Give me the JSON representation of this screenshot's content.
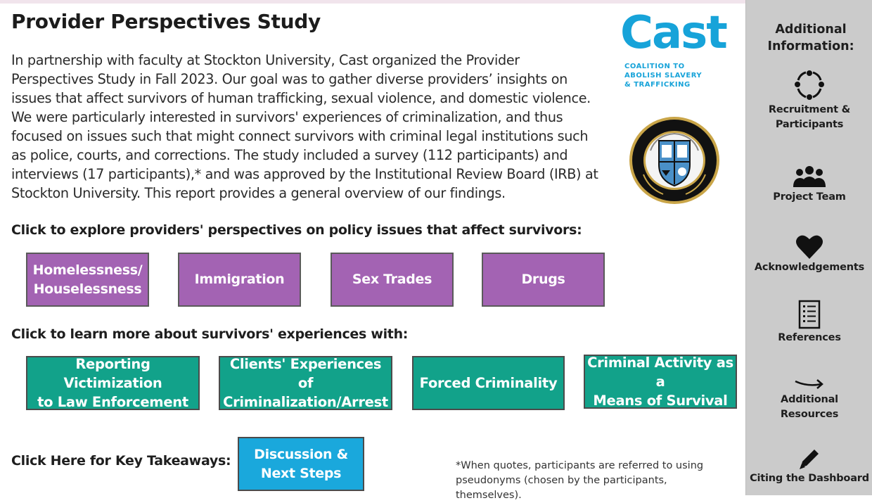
{
  "header": {
    "title": "Provider Perspectives Study",
    "intro": "In partnership with faculty at Stockton University, Cast organized the Provider Perspectives Study in Fall 2023. Our goal was to gather diverse providers’ insights on issues that affect survivors of human trafficking, sexual violence, and domestic violence. We were particularly interested in survivors' experiences of criminalization, and thus focused on issues such that might connect survivors with criminal legal institutions such as police, courts, and corrections. The study included a survey (112 participants) and interviews (17 participants),* and was approved by the Institutional Review Board (IRB) at Stockton University. This report provides a general overview of our findings."
  },
  "logos": {
    "cast_word": "Cast",
    "cast_tagline_1": "COALITION TO",
    "cast_tagline_2": "ABOLISH SLAVERY",
    "cast_tagline_3": "& TRAFFICKING",
    "brand_color": "#17a3d9"
  },
  "policy": {
    "heading": "Click to explore providers' perspectives on policy issues that affect survivors:",
    "buttons": [
      "Homelessness/\nHouselessness",
      "Immigration",
      "Sex Trades",
      "Drugs"
    ],
    "color": "#a363b3"
  },
  "experiences": {
    "heading": "Click to learn more about survivors' experiences with:",
    "buttons": [
      "Reporting Victimization\nto Law Enforcement",
      "Clients' Experiences of\nCriminalization/Arrest",
      "Forced Criminality",
      "Criminal Activity as a\nMeans of Survival"
    ],
    "color": "#12a28a"
  },
  "takeaways": {
    "label": "Click Here for Key Takeaways:",
    "button": "Discussion &\nNext Steps",
    "color": "#1aa8dc"
  },
  "footnote": "*When quotes, participants are referred to using pseudonyms (chosen by the participants, themselves).",
  "sidebar": {
    "title": "Additional\nInformation:",
    "items": [
      {
        "label": "Recruitment &\nParticipants",
        "icon": "cycle-icon"
      },
      {
        "label": "Project Team",
        "icon": "people-icon"
      },
      {
        "label": "Acknowledgements",
        "icon": "heart-icon"
      },
      {
        "label": "References",
        "icon": "list-icon"
      },
      {
        "label": "Additional\nResources",
        "icon": "arrow-icon"
      },
      {
        "label": "Citing the Dashboard",
        "icon": "pencil-icon"
      }
    ]
  }
}
